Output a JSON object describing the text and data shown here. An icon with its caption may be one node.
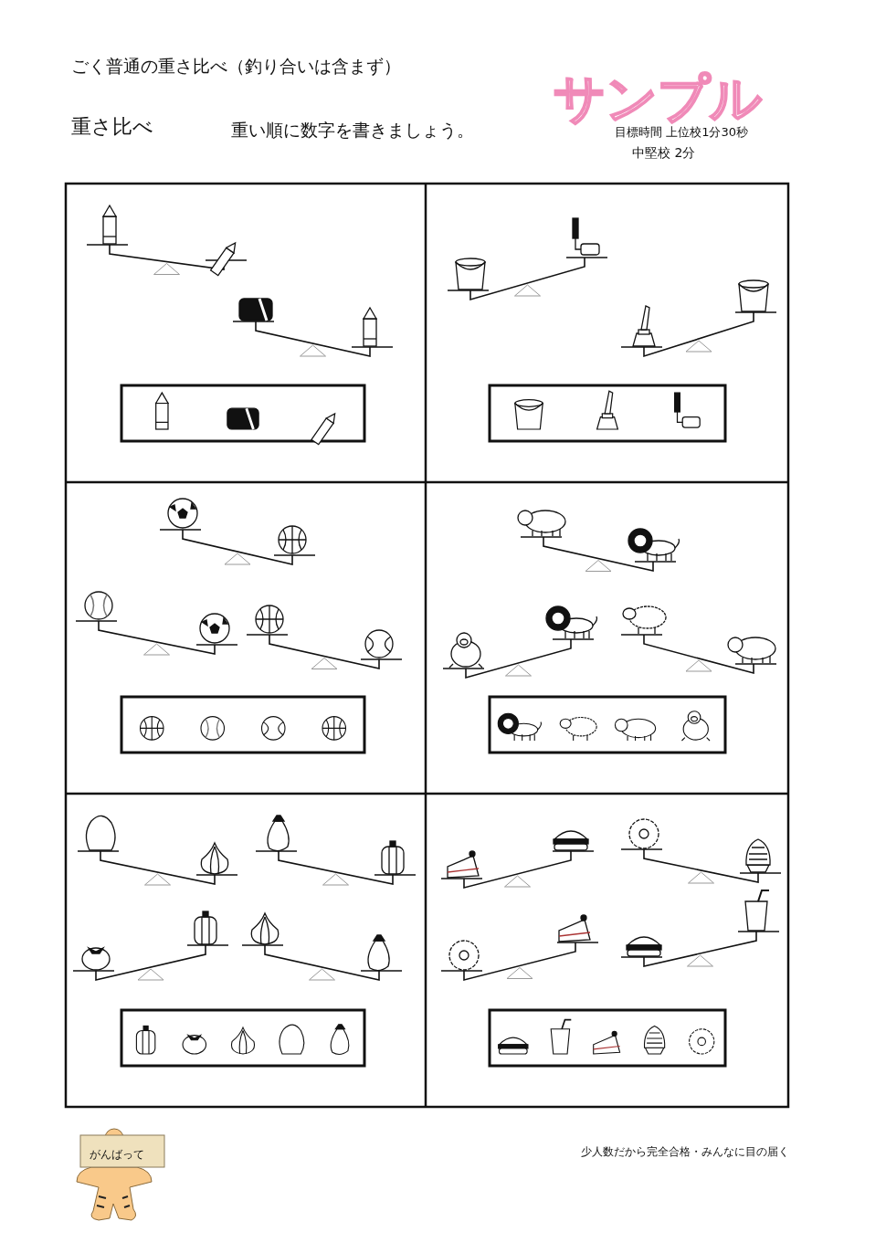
{
  "diagram": {
    "labels": [
      "ごく普通の重さ比べ（釣り合いは含まず）",
      "重さ比べ",
      "重い順に数字を書きましょう。",
      "サンプル",
      "目標時間 上位校1分30秒",
      "中堅校 2分",
      "がんばって",
      "少人数だから完全合格・みんなに目の届く"
    ]
  }
}
